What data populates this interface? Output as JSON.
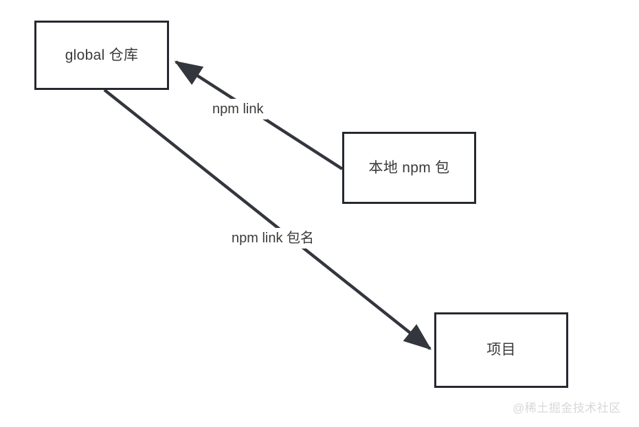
{
  "diagram": {
    "title": "npm link flow diagram",
    "background_color": "#ffffff",
    "stroke_color": "#25282f",
    "text_color": "#3a3a3a",
    "nodes": [
      {
        "id": "global",
        "label": "global 仓库"
      },
      {
        "id": "package",
        "label": "本地 npm 包"
      },
      {
        "id": "project",
        "label": "项目"
      }
    ],
    "edges": [
      {
        "id": "link",
        "label": "npm link",
        "from": "package",
        "to": "global"
      },
      {
        "id": "link-name",
        "label": "npm link 包名",
        "from": "global",
        "to": "project"
      }
    ]
  },
  "watermark": {
    "text": "@稀土掘金技术社区",
    "color": "#d8d8d8"
  }
}
